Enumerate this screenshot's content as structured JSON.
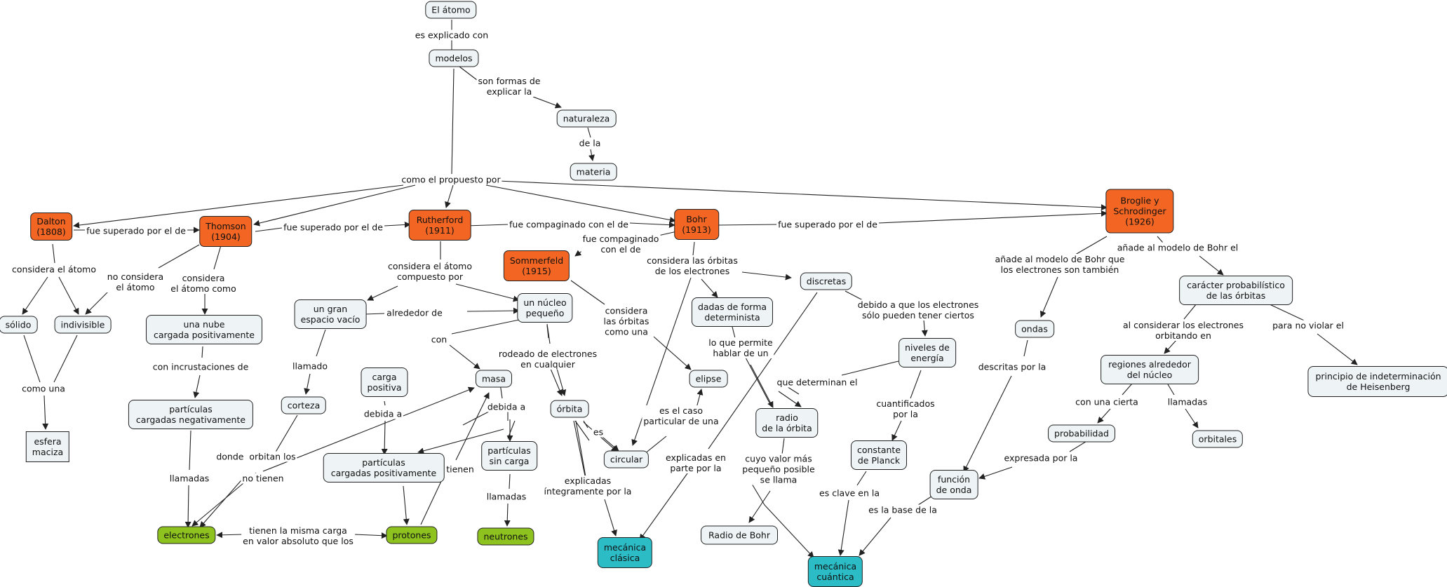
{
  "nodes": {
    "atomo": "El átomo",
    "modelos": "modelos",
    "naturaleza": "naturaleza",
    "materia": "materia",
    "dalton": "Dalton\n(1808)",
    "thomson": "Thomson\n(1904)",
    "rutherford": "Rutherford\n(1911)",
    "bohr": "Bohr\n(1913)",
    "broglie": "Broglie y\nSchrodinger\n(1926)",
    "sommerfeld": "Sommerfeld\n(1915)",
    "solido": "sólido",
    "indivisible": "indivisible",
    "esfera": "esfera\nmaciza",
    "nube": "una nube\ncargada positivamente",
    "part_neg": "partículas\ncargadas negativamente",
    "electrones": "electrones",
    "espacio": "un gran\nespacio vacío",
    "corteza": "corteza",
    "nucleo": "un núcleo\npequeño",
    "carga_pos": "carga\npositiva",
    "masa": "masa",
    "part_pos": "partículas\ncargadas positivamente",
    "protones": "protones",
    "sin_carga": "partículas\nsin carga",
    "neutrones": "neutrones",
    "orbita": "órbita",
    "circular": "circular",
    "elipse": "elipse",
    "mec_clasica": "mecánica\nclásica",
    "dadas": "dadas de forma\ndeterminista",
    "radio": "radio\nde la órbita",
    "radio_bohr": "Radio de Bohr",
    "discretas": "discretas",
    "niveles": "niveles de\nenergía",
    "planck": "constante\nde Planck",
    "mec_cuantica": "mecánica\ncuántica",
    "ondas": "ondas",
    "funcion": "función\nde onda",
    "probabilistico": "carácter probabilístico\nde las órbitas",
    "regiones": "regiones alrededor\ndel núcleo",
    "probabilidad": "probabilidad",
    "orbitales": "orbitales",
    "heisenberg": "principio de indeterminación\nde Heisenberg"
  },
  "labels": {
    "es_explicado": "es explicado con",
    "son_formas": "son formas de\nexplicar la",
    "de_la": "de la",
    "como_propuesto": "como el propuesto por",
    "superado_dalton": "fue superado por el de",
    "superado_thomson": "fue superado por el de",
    "compaginado_ruth": "fue compaginado con el de",
    "superado_bohr": "fue superado por el de",
    "compaginado_bohr": "fue compaginado\ncon el de",
    "considera_atomo": "considera el átomo",
    "como_una": "como una",
    "no_considera": "no considera\nel átomo",
    "considera_como": "considera\nel átomo como",
    "con_incrustaciones": "con incrustaciones de",
    "llamadas_e": "llamadas",
    "donde_orbitan": "donde  orbitan los",
    "no_tienen": "no tienen",
    "misma_carga": "tienen la misma carga\nen valor absoluto que los",
    "compuesto_por": "considera el átomo\ncompuesto por",
    "alrededor_de": "alrededor de",
    "llamado": "llamado",
    "con": "con",
    "debida_a1": "debida a",
    "debida_a2": "debida a",
    "tienen": "tienen",
    "llamadas_n": "llamadas",
    "rodeado": "rodeado de electrones\nen cualquier",
    "es": "es",
    "explicadas_int": "explicadas\níntegramente por la",
    "considera_orbitas": "considera\nlas órbitas\ncomo una",
    "caso_particular": "es el caso\nparticular de una",
    "considera_orbitas_e": "considera las órbitas\nde los electrones",
    "lo_que_permite": "lo que permite\nhablar de un",
    "explicadas_parte": "explicadas en\nparte por la",
    "cuyo_valor": "cuyo valor más\npequeño posible\nse llama",
    "debido_a": "debido a que los electrones\nsólo pueden tener ciertos",
    "que_determinan": "que determinan el",
    "cuantificados": "cuantificados\npor la",
    "clave": "es clave en la",
    "base": "es la base de la",
    "anade_bohr": "añade al modelo de Bohr que\nlos electrones son también",
    "anade_modelo": "añade al modelo de Bohr el",
    "descritas": "descritas por la",
    "al_considerar": "al considerar los electrones\norbitando en",
    "para_no_violar": "para no violar el",
    "con_una_cierta": "con una cierta",
    "llamadas_o": "llamadas",
    "expresada": "expresada por la"
  },
  "colors": {
    "person": "#f26522",
    "particle": "#8dc21f",
    "mechanics": "#2bbcc6",
    "concept": "#eef4f6",
    "line": "#222222"
  }
}
